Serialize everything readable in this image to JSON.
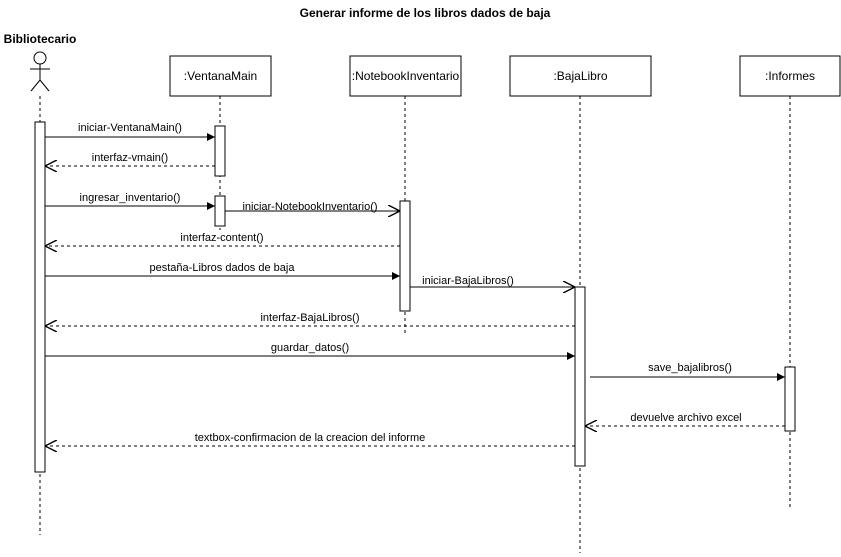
{
  "diagram": {
    "title": "Generar informe de los libros dados de baja",
    "actor": {
      "name": "Bibliotecario"
    },
    "participants": [
      {
        "id": "vmain",
        "label": ":VentanaMain"
      },
      {
        "id": "notebook",
        "label": ":NotebookInventario"
      },
      {
        "id": "baja",
        "label": ":BajaLibro"
      },
      {
        "id": "informes",
        "label": ":Informes"
      }
    ],
    "messages": [
      {
        "label": "iniciar-VentanaMain()",
        "from": "actor",
        "to": "vmain",
        "kind": "sync"
      },
      {
        "label": "interfaz-vmain()",
        "from": "vmain",
        "to": "actor",
        "kind": "return"
      },
      {
        "label": "ingresar_inventario()",
        "from": "actor",
        "to": "vmain",
        "kind": "sync"
      },
      {
        "label": "iniciar-NotebookInventario()",
        "from": "vmain",
        "to": "notebook",
        "kind": "async"
      },
      {
        "label": "interfaz-content()",
        "from": "notebook",
        "to": "actor",
        "kind": "return"
      },
      {
        "label": "pestaña-Libros dados de baja",
        "from": "actor",
        "to": "notebook",
        "kind": "sync"
      },
      {
        "label": "iniciar-BajaLibros()",
        "from": "notebook",
        "to": "baja",
        "kind": "async"
      },
      {
        "label": "interfaz-BajaLibros()",
        "from": "baja",
        "to": "actor",
        "kind": "return"
      },
      {
        "label": "guardar_datos()",
        "from": "actor",
        "to": "baja",
        "kind": "sync"
      },
      {
        "label": "save_bajalibros()",
        "from": "baja",
        "to": "informes",
        "kind": "sync"
      },
      {
        "label": "devuelve archivo excel",
        "from": "informes",
        "to": "baja",
        "kind": "return"
      },
      {
        "label": "textbox-confirmacion de la creacion del informe",
        "from": "baja",
        "to": "actor",
        "kind": "return"
      }
    ]
  }
}
